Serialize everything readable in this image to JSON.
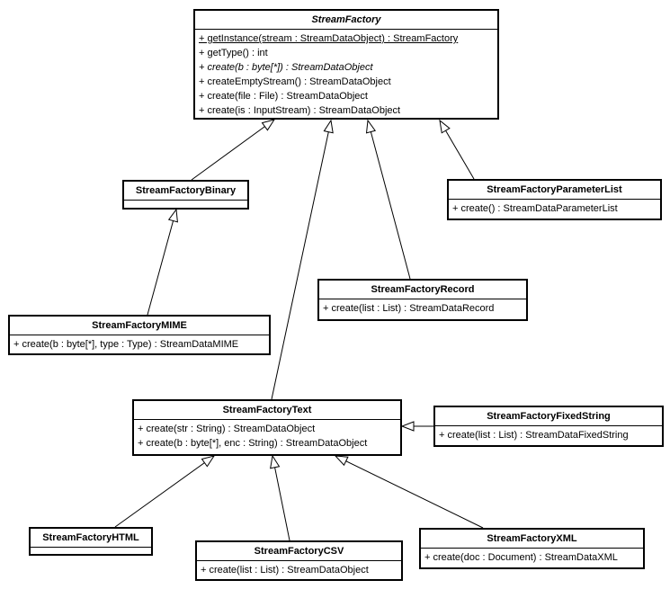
{
  "diagram": {
    "kind": "uml-class-diagram",
    "line_color": "#000000",
    "background_color": "#ffffff",
    "classes": {
      "factory": {
        "name": "StreamFactory",
        "abstract": true,
        "methods": [
          {
            "text": "+ getInstance(stream : StreamDataObject) : StreamFactory",
            "style": "static-underlined"
          },
          {
            "text": "+ getType() : int",
            "style": "plain"
          },
          {
            "text": "+ create(b : byte[*]) : StreamDataObject",
            "style": "abstract-italic"
          },
          {
            "text": "+ createEmptyStream() : StreamDataObject",
            "style": "plain"
          },
          {
            "text": "+ create(file : File) : StreamDataObject",
            "style": "plain"
          },
          {
            "text": "+ create(is : InputStream) : StreamDataObject",
            "style": "plain"
          }
        ]
      },
      "binary": {
        "name": "StreamFactoryBinary",
        "abstract": false,
        "methods": []
      },
      "parameter_list": {
        "name": "StreamFactoryParameterList",
        "abstract": false,
        "methods": [
          {
            "text": "+ create() : StreamDataParameterList",
            "style": "plain"
          }
        ]
      },
      "record": {
        "name": "StreamFactoryRecord",
        "abstract": false,
        "methods": [
          {
            "text": "+ create(list : List) : StreamDataRecord",
            "style": "plain"
          }
        ]
      },
      "mime": {
        "name": "StreamFactoryMIME",
        "abstract": false,
        "methods": [
          {
            "text": "+ create(b : byte[*], type : Type) : StreamDataMIME",
            "style": "plain"
          }
        ]
      },
      "text": {
        "name": "StreamFactoryText",
        "abstract": false,
        "methods": [
          {
            "text": "+ create(str : String) : StreamDataObject",
            "style": "plain"
          },
          {
            "text": "+ create(b : byte[*], enc : String) : StreamDataObject",
            "style": "plain"
          }
        ]
      },
      "fixed_string": {
        "name": "StreamFactoryFixedString",
        "abstract": false,
        "methods": [
          {
            "text": "+ create(list : List) : StreamDataFixedString",
            "style": "plain"
          }
        ]
      },
      "html": {
        "name": "StreamFactoryHTML",
        "abstract": false,
        "methods": []
      },
      "csv": {
        "name": "StreamFactoryCSV",
        "abstract": false,
        "methods": [
          {
            "text": "+ create(list : List) : StreamDataObject",
            "style": "plain"
          }
        ]
      },
      "xml": {
        "name": "StreamFactoryXML",
        "abstract": false,
        "methods": [
          {
            "text": "+ create(doc : Document) : StreamDataXML",
            "style": "plain"
          }
        ]
      }
    },
    "relations": [
      {
        "from": "StreamFactoryBinary",
        "to": "StreamFactory",
        "type": "generalization"
      },
      {
        "from": "StreamFactoryText",
        "to": "StreamFactory",
        "type": "generalization"
      },
      {
        "from": "StreamFactoryRecord",
        "to": "StreamFactory",
        "type": "generalization"
      },
      {
        "from": "StreamFactoryParameterList",
        "to": "StreamFactory",
        "type": "generalization"
      },
      {
        "from": "StreamFactoryMIME",
        "to": "StreamFactoryBinary",
        "type": "generalization"
      },
      {
        "from": "StreamFactoryFixedString",
        "to": "StreamFactoryText",
        "type": "generalization"
      },
      {
        "from": "StreamFactoryHTML",
        "to": "StreamFactoryText",
        "type": "generalization"
      },
      {
        "from": "StreamFactoryCSV",
        "to": "StreamFactoryText",
        "type": "generalization"
      },
      {
        "from": "StreamFactoryXML",
        "to": "StreamFactoryText",
        "type": "generalization"
      }
    ]
  }
}
